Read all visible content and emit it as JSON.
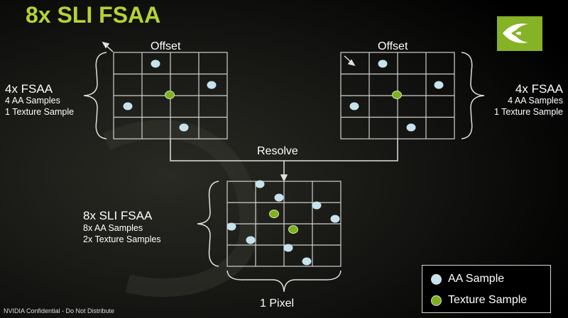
{
  "title": "8x SLI FSAA",
  "colors": {
    "title": "#b4d334",
    "aa_sample": "#c5e3ec",
    "texture_sample": "#7db21f",
    "grid": "#d0d0d0",
    "logo": "#86b226"
  },
  "left_grid": {
    "offset_label": "Offset",
    "heading": "4x FSAA",
    "line1": "4 AA Samples",
    "line2": "1 Texture Sample"
  },
  "right_grid": {
    "offset_label": "Offset",
    "heading": "4x FSAA",
    "line1": "4 AA Samples",
    "line2": "1 Texture Sample"
  },
  "resolve_label": "Resolve",
  "bottom_grid": {
    "heading": "8x SLI FSAA",
    "line1": "8x AA Samples",
    "line2": "2x Texture Samples",
    "pixel_label": "1 Pixel"
  },
  "legend": {
    "aa_label": "AA Sample",
    "texture_label": "Texture Sample"
  },
  "footer": "NVIDIA Confidential - Do Not Distribute",
  "icons": {
    "logo": "nvidia-eye-logo",
    "offset_arrow": "diagonal-arrow-icon"
  }
}
